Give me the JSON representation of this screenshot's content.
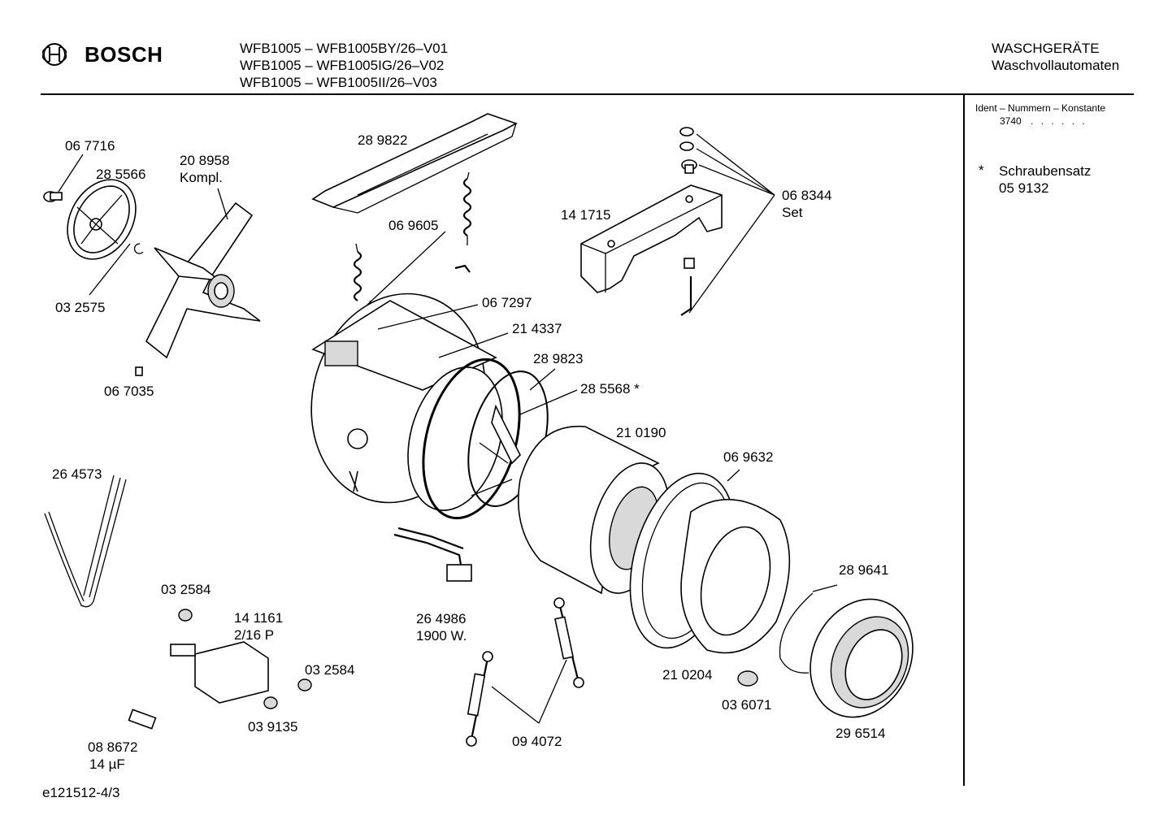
{
  "header": {
    "brand": "BOSCH",
    "models": [
      "WFB1005 – WFB1005BY/26–V01",
      "WFB1005 – WFB1005IG/26–V02",
      "WFB1005 – WFB1005II/26–V03"
    ],
    "category_line1": "WASCHGERÄTE",
    "category_line2": "Waschvollautomaten"
  },
  "sidebar": {
    "ident_title": "Ident – Nummern – Konstante",
    "ident_value": "3740",
    "ident_dots": ". . . . . .",
    "note_marker": "*",
    "note_line1": "Schraubensatz",
    "note_line2": "05 9132"
  },
  "footer": {
    "code": "e121512-4/3"
  },
  "parts": [
    {
      "id": "p1",
      "label": "06 7716"
    },
    {
      "id": "p2",
      "label": "28 5566"
    },
    {
      "id": "p3a",
      "label": "20 8958"
    },
    {
      "id": "p3b",
      "label": "Kompl."
    },
    {
      "id": "p4",
      "label": "03 2575"
    },
    {
      "id": "p5",
      "label": "06 7035"
    },
    {
      "id": "p6",
      "label": "28 9822"
    },
    {
      "id": "p7",
      "label": "06 9605"
    },
    {
      "id": "p8",
      "label": "06 7297"
    },
    {
      "id": "p9",
      "label": "21 4337"
    },
    {
      "id": "p10",
      "label": "28 9823"
    },
    {
      "id": "p11",
      "label": "28 5568 *"
    },
    {
      "id": "p12",
      "label": "14 1715"
    },
    {
      "id": "p13a",
      "label": "06 8344"
    },
    {
      "id": "p13b",
      "label": "Set"
    },
    {
      "id": "p14",
      "label": "21 0190"
    },
    {
      "id": "p15",
      "label": "06 9632"
    },
    {
      "id": "p16",
      "label": "26 4573"
    },
    {
      "id": "p17",
      "label": "03 2584"
    },
    {
      "id": "p18a",
      "label": "14 1161"
    },
    {
      "id": "p18b",
      "label": "2/16 P"
    },
    {
      "id": "p19",
      "label": "03 2584"
    },
    {
      "id": "p20",
      "label": "03 9135"
    },
    {
      "id": "p21a",
      "label": "08 8672"
    },
    {
      "id": "p21b",
      "label": "14 µF"
    },
    {
      "id": "p22a",
      "label": "26 4986"
    },
    {
      "id": "p22b",
      "label": "1900 W."
    },
    {
      "id": "p23",
      "label": "09 4072"
    },
    {
      "id": "p24",
      "label": "21 0204"
    },
    {
      "id": "p25",
      "label": "03 6071"
    },
    {
      "id": "p26",
      "label": "28 9641"
    },
    {
      "id": "p27",
      "label": "29 6514"
    }
  ]
}
